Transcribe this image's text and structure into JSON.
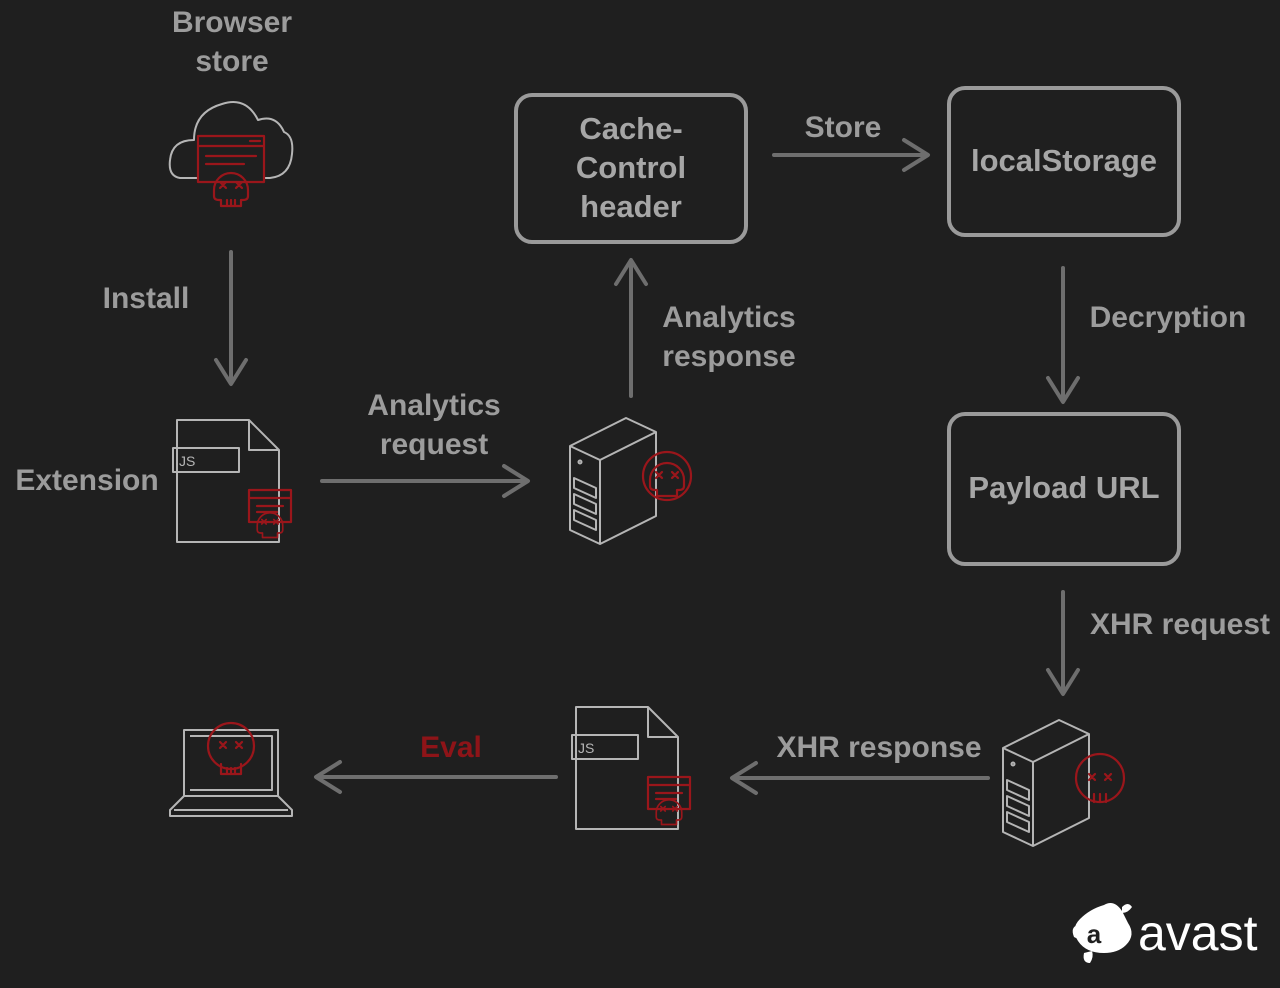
{
  "nodes": {
    "browser_store": {
      "label_line1": "Browser",
      "label_line2": "store",
      "icon": "cloud-malicious-icon"
    },
    "extension": {
      "label": "Extension",
      "icon": "js-file-malicious-icon",
      "badge": "JS"
    },
    "server_1": {
      "icon": "malicious-server-icon"
    },
    "cache_control": {
      "line1": "Cache-",
      "line2": "Control",
      "line3": "header"
    },
    "local_storage": {
      "label": "localStorage"
    },
    "payload_url": {
      "label": "Payload URL"
    },
    "server_2": {
      "icon": "malicious-server-icon"
    },
    "js_payload": {
      "icon": "js-file-malicious-icon",
      "badge": "JS"
    },
    "laptop": {
      "icon": "infected-laptop-icon"
    }
  },
  "edges": {
    "install": "Install",
    "analytics_request_1": "Analytics",
    "analytics_request_2": "request",
    "analytics_response_1": "Analytics",
    "analytics_response_2": "response",
    "store": "Store",
    "decryption": "Decryption",
    "xhr_request": "XHR request",
    "xhr_response": "XHR response",
    "eval": "Eval"
  },
  "brand": {
    "name": "avast",
    "logo_icon": "avast-logo-icon"
  },
  "colors": {
    "background": "#1f1f1f",
    "label": "#9c9c9c",
    "accent_red": "#8e1418",
    "arrow": "#6e6e6e"
  }
}
